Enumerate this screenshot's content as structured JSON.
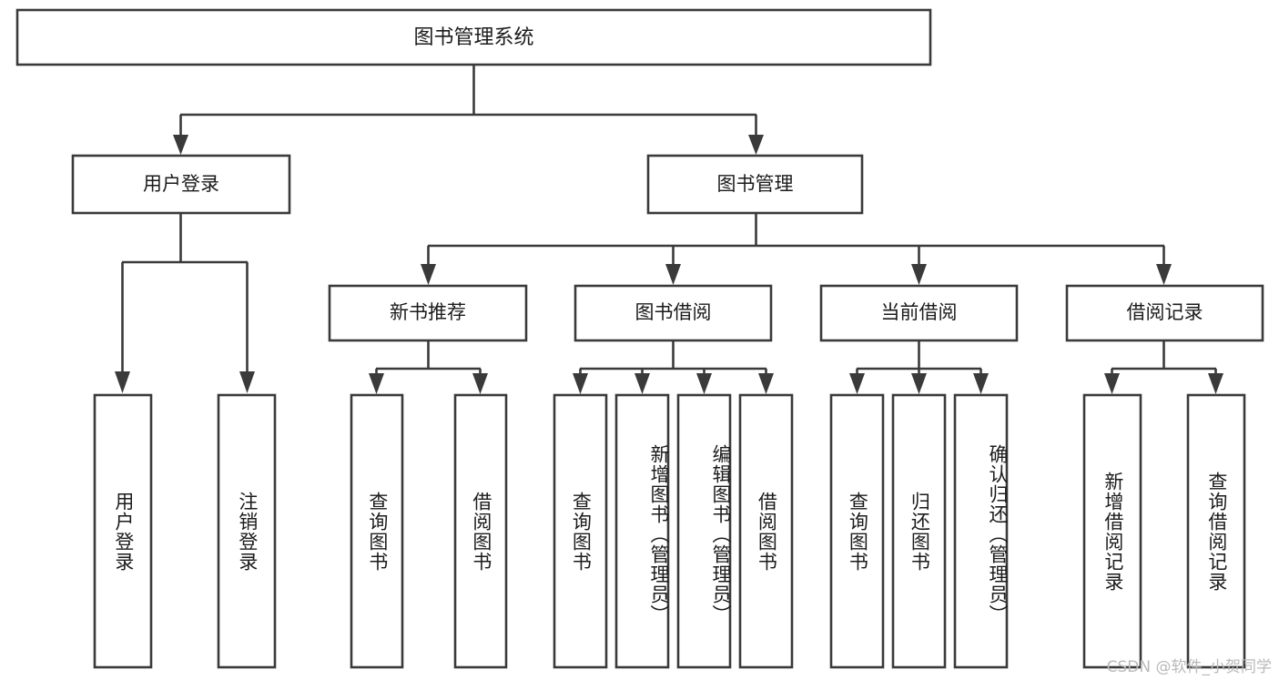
{
  "diagram": {
    "type": "tree-hierarchy",
    "root": {
      "label": "图书管理系统"
    },
    "level2": [
      {
        "label": "用户登录"
      },
      {
        "label": "图书管理"
      }
    ],
    "level3": [
      {
        "label": "新书推荐"
      },
      {
        "label": "图书借阅"
      },
      {
        "label": "当前借阅"
      },
      {
        "label": "借阅记录"
      }
    ],
    "leaves": {
      "user_login": [
        {
          "label": "用户登录"
        },
        {
          "label": "注销登录"
        }
      ],
      "new_book_recommend": [
        {
          "label": "查询图书"
        },
        {
          "label": "借阅图书"
        }
      ],
      "book_borrow": [
        {
          "label": "查询图书"
        },
        {
          "label": "新增图书（管理员）"
        },
        {
          "label": "编辑图书（管理员）"
        },
        {
          "label": "借阅图书"
        }
      ],
      "current_borrow": [
        {
          "label": "查询图书"
        },
        {
          "label": "归还图书"
        },
        {
          "label": "确认归还（管理员）"
        }
      ],
      "borrow_record": [
        {
          "label": "新增借阅记录"
        },
        {
          "label": "查询借阅记录"
        }
      ]
    }
  },
  "watermark": {
    "text": "CSDN @软件_小贺同学"
  },
  "colors": {
    "stroke": "#3a3a3a",
    "fill": "#ffffff",
    "text": "#1b1b1b",
    "watermark": "#b9b9b9"
  }
}
